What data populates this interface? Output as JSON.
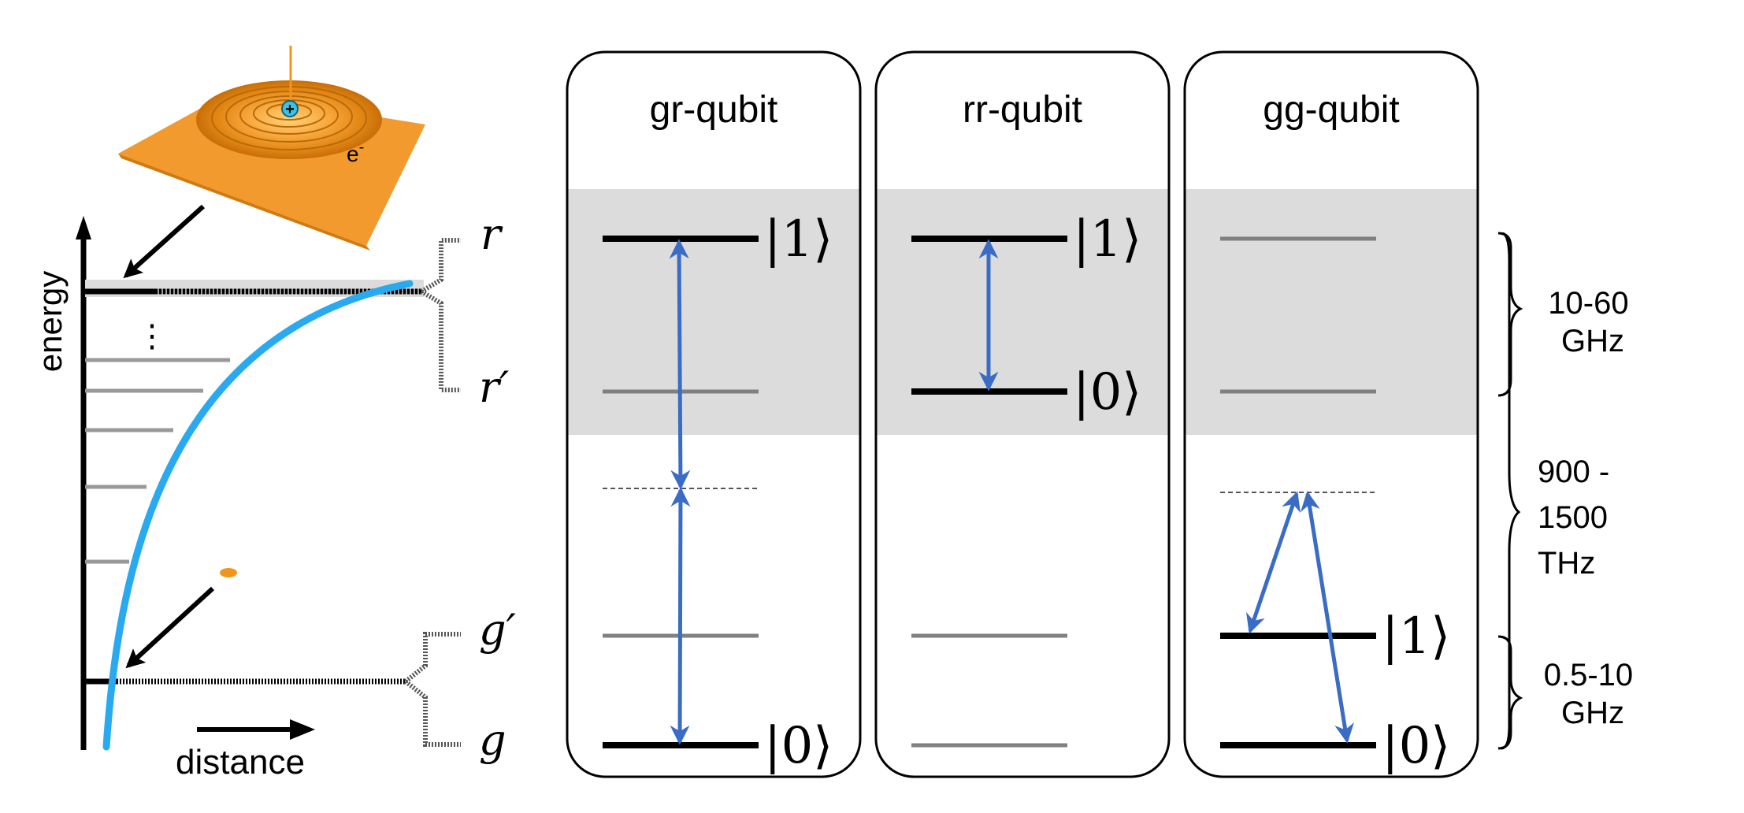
{
  "colors": {
    "arrow_blue": "#3a6cc6",
    "potential_curve": "#29aaf0",
    "shade": "#dcdcdc",
    "level_black": "#000000",
    "level_grey": "#808080",
    "atom_orange": "#f0951d"
  },
  "left_panel": {
    "axis_y_label": "energy",
    "axis_x_label": "distance",
    "electron_label": "e",
    "electron_superscript": "-",
    "nucleus_symbol": "+",
    "ellipsis": "⋮",
    "state_labels": [
      "r",
      "r′",
      "g′",
      "g"
    ]
  },
  "panels": [
    {
      "title": "gr-qubit",
      "ket1": "|1⟩",
      "ket0": "|0⟩"
    },
    {
      "title": "rr-qubit",
      "ket1": "|1⟩",
      "ket0": "|0⟩"
    },
    {
      "title": "gg-qubit",
      "ket1": "|1⟩",
      "ket0": "|0⟩"
    }
  ],
  "brackets": {
    "upper": [
      "10-60",
      "GHz"
    ],
    "middle": [
      "900 -",
      "1500",
      "THz"
    ],
    "lower": [
      "0.5-10",
      "GHz"
    ]
  }
}
